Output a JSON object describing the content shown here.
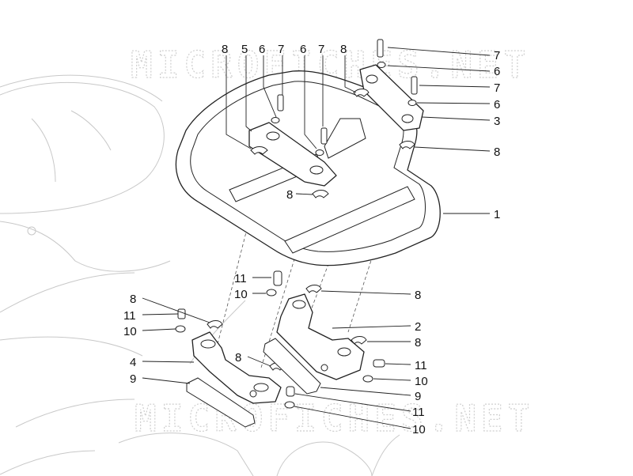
{
  "watermark": {
    "text": "MICROFICHES.NET"
  },
  "callouts": {
    "c_rack": "1",
    "c_left_bracket": "2",
    "c_rear_cover": "3",
    "c_right_bracket": "4",
    "c_front_cover": "5",
    "c_washer_top_a": "6",
    "c_washer_top_b": "6",
    "c_washer_r1": "6",
    "c_washer_r2": "6",
    "c_screw_top_a": "7",
    "c_screw_top_b": "7",
    "c_screw_r1": "7",
    "c_screw_r2": "7",
    "c_clip_top_a": "8",
    "c_clip_top_b": "8",
    "c_clip_r": "8",
    "c_clip_mid": "8",
    "c_clip_mid2": "8",
    "c_clip_left": "8",
    "c_clip_br": "8",
    "c_clip_bot": "8",
    "c_gasket_left": "9",
    "c_gasket_right": "9",
    "c_washer_10a": "10",
    "c_washer_10b": "10",
    "c_washer_10c": "10",
    "c_washer_10d": "10",
    "c_bolt_11a": "11",
    "c_bolt_11b": "11",
    "c_bolt_11c": "11",
    "c_bolt_11d": "11"
  }
}
